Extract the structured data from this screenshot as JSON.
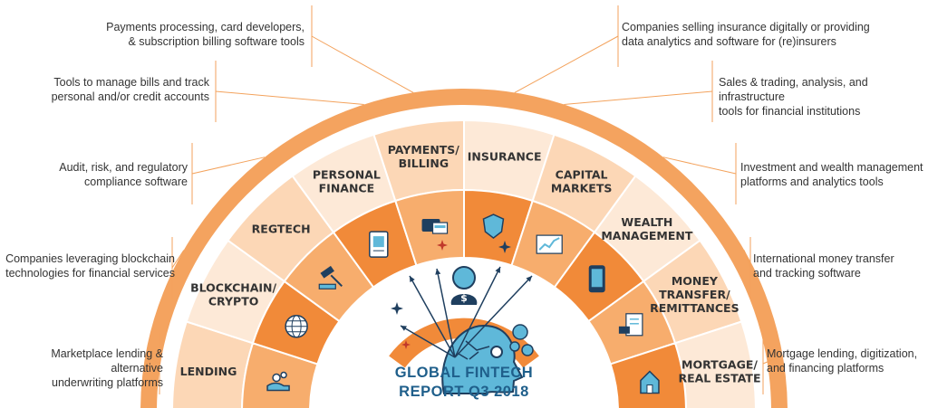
{
  "title": "GLOBAL FINTECH\nREPORT Q3 2018",
  "colors": {
    "arc": "#f4a35f",
    "dark_orange": "#f18a39",
    "mid_orange": "#f7ad6d",
    "light_peach": "#fcd7b6",
    "pale_peach": "#fde9d7",
    "connector": "#f3a25c",
    "navy": "#1f3f5f",
    "title_blue": "#1f5f8b"
  },
  "segments": [
    {
      "id": "lending",
      "label": "LENDING",
      "icon": "hand-coins-icon",
      "description": "Marketplace lending & alternative\nunderwriting platforms"
    },
    {
      "id": "blockchain",
      "label": "BLOCKCHAIN/\nCRYPTO",
      "icon": "globe-icon",
      "description": "Companies leveraging blockchain\ntechnologies for financial services"
    },
    {
      "id": "regtech",
      "label": "REGTECH",
      "icon": "gavel-icon",
      "description": "Audit, risk, and regulatory\ncompliance software"
    },
    {
      "id": "personal_finance",
      "label": "PERSONAL\nFINANCE",
      "icon": "tablet-chart-icon",
      "description": "Tools to manage bills and track\npersonal and/or credit accounts"
    },
    {
      "id": "payments",
      "label": "PAYMENTS/\nBILLING",
      "icon": "wallet-cards-icon",
      "description": "Payments processing, card developers,\n& subscription billing software tools"
    },
    {
      "id": "insurance",
      "label": "INSURANCE",
      "icon": "shield-icon",
      "description": "Companies selling insurance digitally or providing\ndata analytics and software for (re)insurers"
    },
    {
      "id": "capital_markets",
      "label": "CAPITAL\nMARKETS",
      "icon": "stock-chart-icon",
      "description": "Sales & trading, analysis, and infrastructure\ntools for financial institutions"
    },
    {
      "id": "wealth",
      "label": "WEALTH\nMANAGEMENT",
      "icon": "phone-app-icon",
      "description": "Investment and wealth management\nplatforms and analytics tools"
    },
    {
      "id": "money_transfer",
      "label": "MONEY\nTRANSFER/\nREMITTANCES",
      "icon": "document-transfer-icon",
      "description": "International money transfer\nand tracking software"
    },
    {
      "id": "mortgage",
      "label": "MORTGAGE/\nREAL ESTATE",
      "icon": "house-icon",
      "description": "Mortgage lending, digitization,\nand financing platforms"
    }
  ],
  "center_icon": "head-circuit-icon"
}
